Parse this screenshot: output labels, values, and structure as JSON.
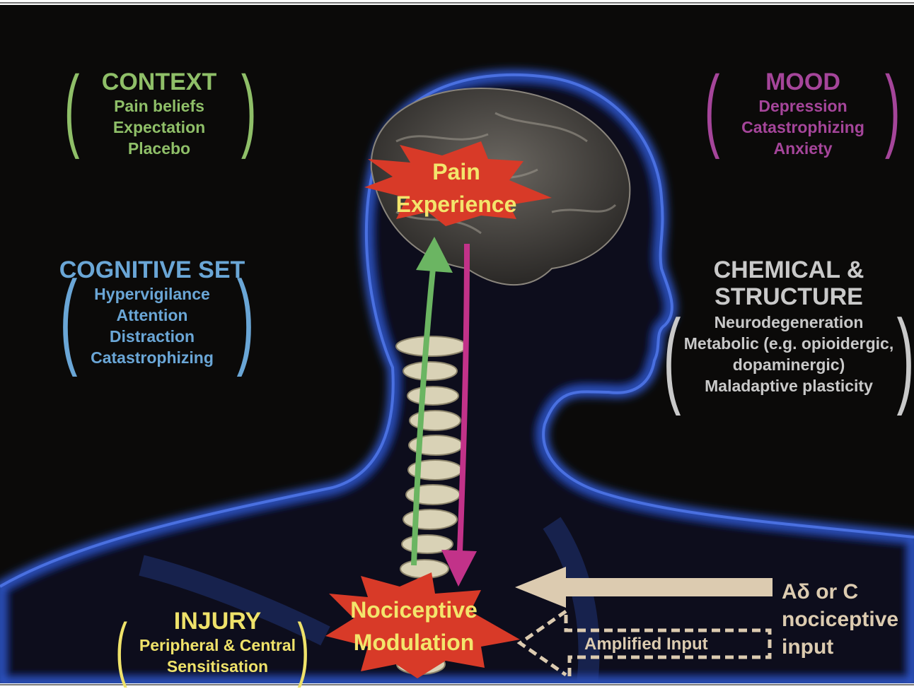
{
  "colors": {
    "context": "#8fbf68",
    "cognitive": "#6aa6d6",
    "mood": "#a5459a",
    "chemical": "#c9c9c9",
    "injury": "#efe26a",
    "star": "#d83a28",
    "ascending_arrow": "#6bb562",
    "descending_arrow": "#c23289",
    "input_arrow": "#dccbb0"
  },
  "context": {
    "title": "CONTEXT",
    "items": [
      "Pain beliefs",
      "Expectation",
      "Placebo"
    ]
  },
  "mood": {
    "title": "MOOD",
    "items": [
      "Depression",
      "Catastrophizing",
      "Anxiety"
    ]
  },
  "cognitive": {
    "title": "COGNITIVE SET",
    "items": [
      "Hypervigilance",
      "Attention",
      "Distraction",
      "Catastrophizing"
    ]
  },
  "chemical": {
    "title_line1": "CHEMICAL &",
    "title_line2": "STRUCTURE",
    "items": [
      "Neurodegeneration",
      "Metabolic (e.g. opioidergic,",
      "dopaminergic)",
      "Maladaptive plasticity"
    ]
  },
  "injury": {
    "title": "INJURY",
    "items": [
      "Peripheral & Central",
      "Sensitisation"
    ]
  },
  "pain": {
    "line1": "Pain",
    "line2": "Experience"
  },
  "nociceptive": {
    "line1": "Nociceptive",
    "line2": "Modulation"
  },
  "input": {
    "line1": "Aδ or C",
    "line2": "nociceptive",
    "line3": "input"
  },
  "amplified": "Amplified Input"
}
